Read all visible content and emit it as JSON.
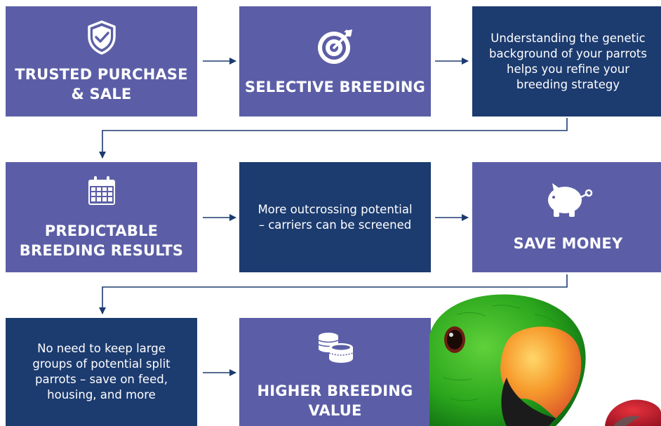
{
  "boxes": {
    "trusted": {
      "title_line1": "TRUSTED PURCHASE",
      "title_line2": "& SALE",
      "icon": "shield-check-icon"
    },
    "selective": {
      "title": "SELECTIVE BREEDING",
      "icon": "target-icon"
    },
    "genetic": {
      "text": "Understanding the genetic background of your parrots helps you refine your breeding strategy"
    },
    "predictable": {
      "title_line1": "PREDICTABLE",
      "title_line2": "BREEDING RESULTS",
      "icon": "calendar-icon"
    },
    "outcrossing": {
      "text": "More outcrossing potential – carriers can be screened"
    },
    "save_money": {
      "title": "SAVE MONEY",
      "icon": "piggy-bank-icon"
    },
    "no_need": {
      "text": "No need to keep large groups of potential split parrots – save on feed, housing, and more"
    },
    "higher_value": {
      "title_line1": "HIGHER BREEDING",
      "title_line2": "VALUE",
      "icon": "coins-icon"
    }
  },
  "colors": {
    "purple": "#5b5ea6",
    "navy": "#1c3b6f",
    "connector": "#1c3b6f"
  }
}
